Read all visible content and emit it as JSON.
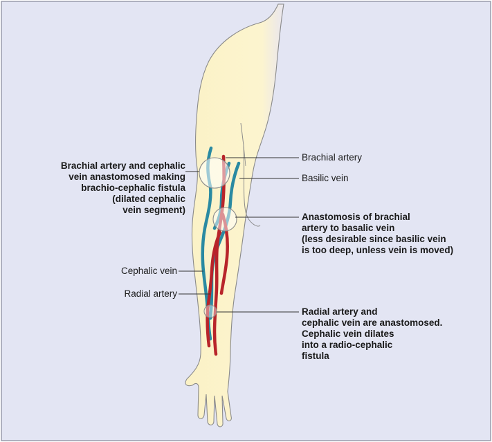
{
  "colors": {
    "panel": "#e3e5f3",
    "panel_border": "#9a9cab",
    "arm_fill": "#fbf3c9",
    "arm_outline": "#8a8a8a",
    "artery": "#b8242a",
    "vein": "#2a8aa2",
    "leader": "#333333"
  },
  "labels": {
    "brachio_cephalic": [
      "Brachial artery and cephalic",
      "vein anastomosed making",
      "brachio-cephalic fistula",
      "(dilated cephalic",
      "vein segment)"
    ],
    "brachial_artery": "Brachial artery",
    "basilic_vein": "Basilic vein",
    "basilic_anastomosis": [
      "Anastomosis of brachial",
      "artery to basalic vein",
      "(less desirable since basilic vein",
      "is too deep, unless vein is moved)"
    ],
    "cephalic_vein": "Cephalic vein",
    "radial_artery": "Radial artery",
    "radio_cephalic": [
      "Radial artery and",
      "cephalic vein are anastomosed.",
      "Cephalic vein dilates",
      "into a radio-cephalic",
      "fistula"
    ]
  }
}
